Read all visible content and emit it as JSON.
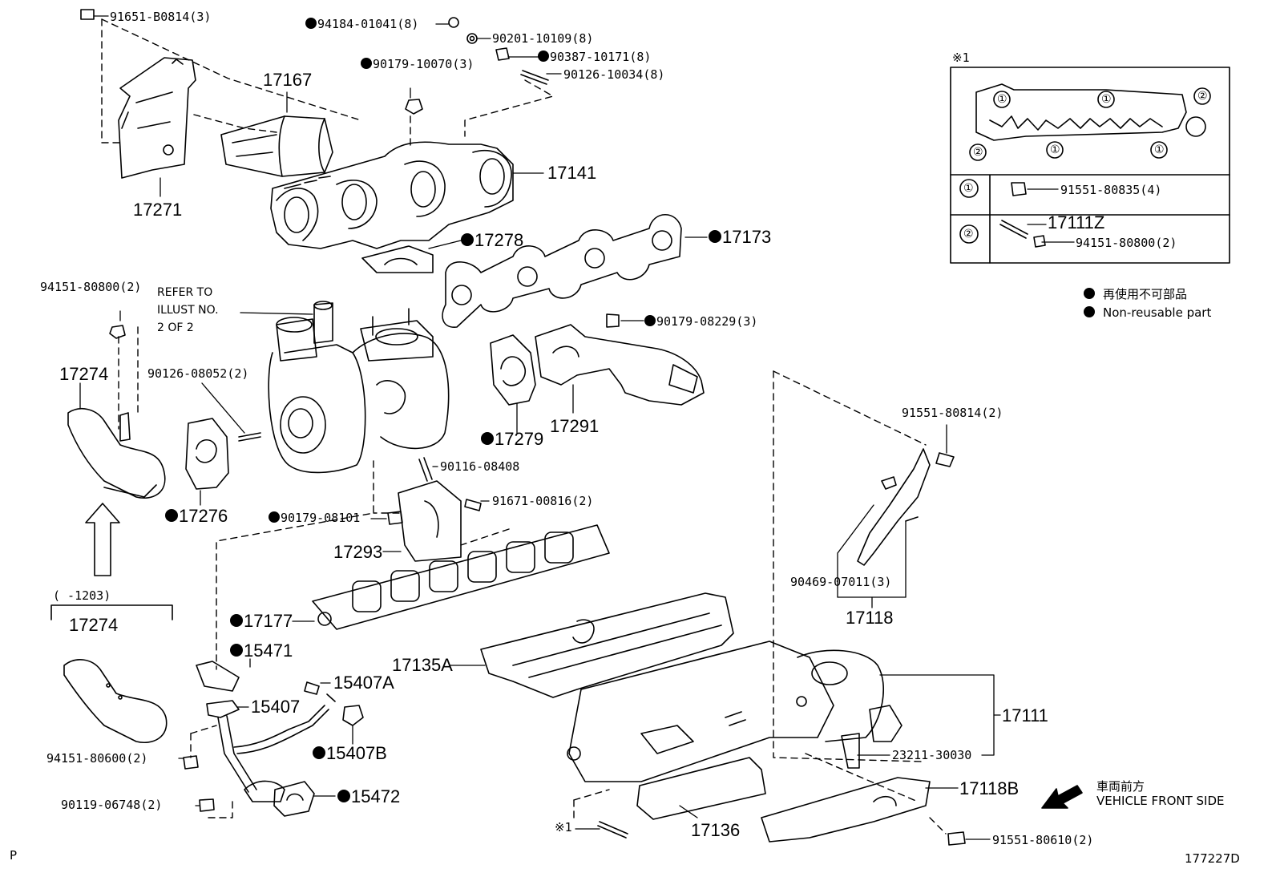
{
  "parts": {
    "p17167": "17167",
    "p17271": "17271",
    "p17141": "17141",
    "p17278": "17278",
    "p17173": "17173",
    "p17274a": "17274",
    "p17274b": "17274",
    "p17276": "17276",
    "p17279": "17279",
    "p17291": "17291",
    "p17293": "17293",
    "p17177": "17177",
    "p15471": "15471",
    "p15407A": "15407A",
    "p15407": "15407",
    "p15407B": "15407B",
    "p15472": "15472",
    "p17135A": "17135A",
    "p17136": "17136",
    "p17111": "17111",
    "p17118": "17118",
    "p17118B": "17118B",
    "p17111Z": "17111Z"
  },
  "fasteners": {
    "f91651_B0814": "91651-B0814(3)",
    "f94184_01041": "94184-01041(8)",
    "f90201_10109": "90201-10109(8)",
    "f90387_10171": "90387-10171(8)",
    "f90179_10070": "90179-10070(3)",
    "f90126_10034": "90126-10034(8)",
    "f94151_80800": "94151-80800(2)",
    "f90179_08229": "90179-08229(3)",
    "f90126_08052": "90126-08052(2)",
    "f90116_08408": "90116-08408",
    "f91671_00816": "91671-00816(2)",
    "f90179_08101": "90179-08101",
    "f91551_80814": "91551-80814(2)",
    "f90469_07011": "90469-07011(3)",
    "f94151_80600": "94151-80600(2)",
    "f90119_06748": "90119-06748(2)",
    "f23211_30030": "23211-30030",
    "f91551_80610": "91551-80610(2)",
    "f91551_80835": "91551-80835(4)",
    "f94151_80800_inset": "94151-80800(2)"
  },
  "refer_note": "REFER TO\nILLUST NO.\n2 OF 2",
  "date_range": "(      -1203)",
  "inset": {
    "mark": "※1",
    "row1_key": "①",
    "row2_key": "②",
    "gasket_marks": [
      "①",
      "①",
      "②",
      "②",
      "①",
      "①"
    ]
  },
  "stud_mark": "※1",
  "legend": {
    "jp": "再使用不可部品",
    "en": "Non-reusable part"
  },
  "front_side": {
    "jp": "車両前方",
    "en": "VEHICLE FRONT SIDE"
  },
  "corner_left": "P",
  "figure_id": "177227D"
}
